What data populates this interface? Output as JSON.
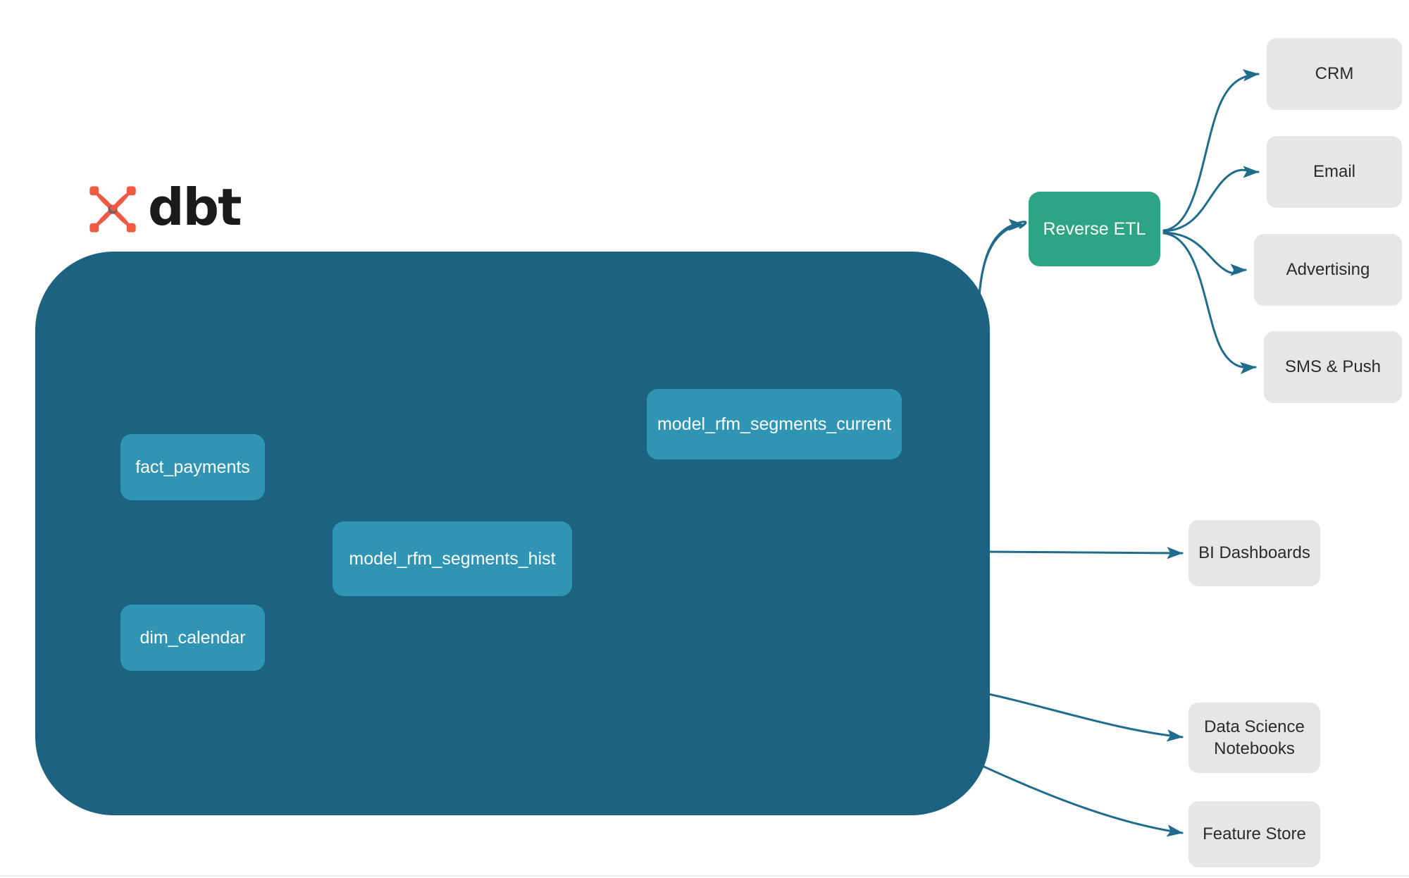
{
  "diagram": {
    "title": "dbt RFM segmentation lineage and activation",
    "brand": {
      "logo_name": "dbt-logo",
      "wordmark": "dbt",
      "mark_color": "#f05a42",
      "wordmark_color": "#1a1a1a"
    },
    "colors": {
      "canvas": "#ffffff",
      "warehouse_container": "#1d6280",
      "model_node": "#3094b5",
      "reverse_etl_node": "#2da585",
      "destination_node": "#e6e6e6",
      "edge_outer": "#1f6c8c",
      "edge_inner": "#3a90ae",
      "model_text": "#ffffff",
      "destination_text": "#2b2b2b"
    },
    "warehouse": {
      "name": "dbt-project-container",
      "nodes": [
        {
          "id": "fact_payments",
          "label": "fact_payments"
        },
        {
          "id": "dim_calendar",
          "label": "dim_calendar"
        },
        {
          "id": "model_rfm_segments_hist",
          "label": "model_rfm_segments_hist"
        },
        {
          "id": "model_rfm_segments_current",
          "label": "model_rfm_segments_current"
        }
      ]
    },
    "activation": {
      "reverse_etl": {
        "id": "reverse_etl",
        "label": "Reverse ETL"
      },
      "channels": [
        {
          "id": "crm",
          "label": "CRM"
        },
        {
          "id": "email",
          "label": "Email"
        },
        {
          "id": "advertising",
          "label": "Advertising"
        },
        {
          "id": "sms_push",
          "label": "SMS & Push"
        }
      ]
    },
    "consumers": [
      {
        "id": "bi_dashboards",
        "label": "BI Dashboards"
      },
      {
        "id": "ds_notebooks",
        "label": "Data Science\nNotebooks",
        "line1": "Data Science",
        "line2": "Notebooks"
      },
      {
        "id": "feature_store",
        "label": "Feature Store"
      }
    ],
    "edges": [
      {
        "from": "fact_payments",
        "to": "model_rfm_segments_hist",
        "style": "inner"
      },
      {
        "from": "dim_calendar",
        "to": "model_rfm_segments_hist",
        "style": "inner"
      },
      {
        "from": "model_rfm_segments_hist",
        "to": "model_rfm_segments_current",
        "style": "inner"
      },
      {
        "from": "model_rfm_segments_current",
        "to": "reverse_etl",
        "style": "outer"
      },
      {
        "from": "model_rfm_segments_hist",
        "to": "bi_dashboards",
        "style": "outer"
      },
      {
        "from": "model_rfm_segments_hist",
        "to": "ds_notebooks",
        "style": "outer"
      },
      {
        "from": "model_rfm_segments_hist",
        "to": "feature_store",
        "style": "outer"
      },
      {
        "from": "reverse_etl",
        "to": "crm",
        "style": "outer"
      },
      {
        "from": "reverse_etl",
        "to": "email",
        "style": "outer"
      },
      {
        "from": "reverse_etl",
        "to": "advertising",
        "style": "outer"
      },
      {
        "from": "reverse_etl",
        "to": "sms_push",
        "style": "outer"
      }
    ]
  }
}
